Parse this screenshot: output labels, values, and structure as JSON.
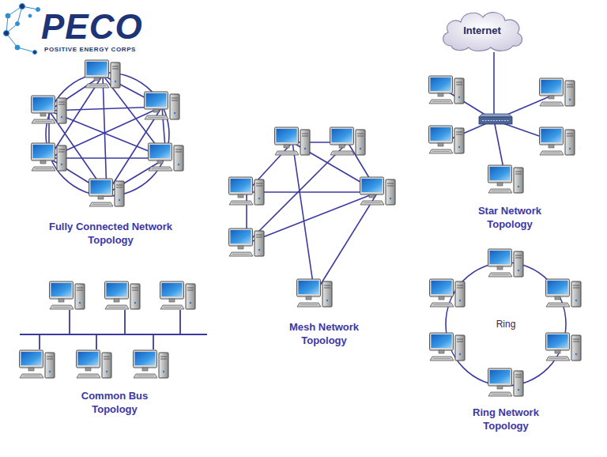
{
  "diagram": {
    "nodes": [
      {
        "text": [
          "Internet"
        ]
      }
    ],
    "labels": [
      "PECO",
      "POSITIVE ENERGY CORPS",
      "Fully Connected Network Topology",
      "Mesh Network Topology",
      "Star Network Topology",
      "Common Bus Topology",
      "Ring",
      "Ring Network Topology"
    ]
  }
}
